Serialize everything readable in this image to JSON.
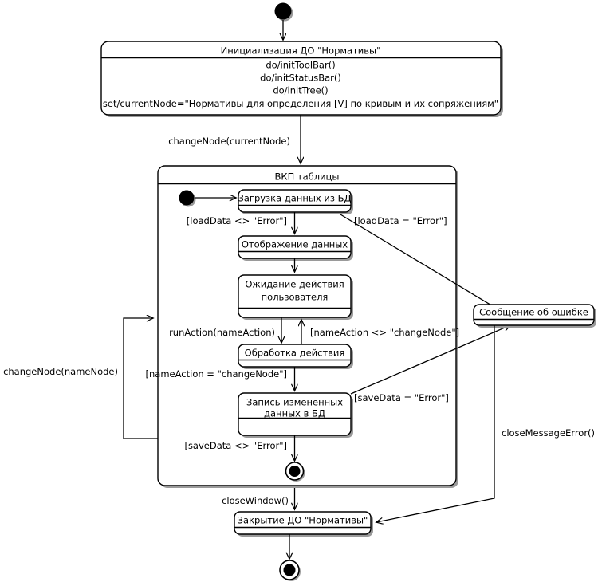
{
  "diagram": {
    "type": "uml-state-machine",
    "title": "",
    "language": "ru",
    "colors": {
      "stroke": "#000000",
      "fill": "#ffffff",
      "shadow": "#9a9a9a",
      "background": "#ffffff"
    }
  },
  "nodes": {
    "start_top": {
      "kind": "initial-state",
      "label": ""
    },
    "init_state": {
      "kind": "state",
      "name": "Инициализация ДО \"Нормативы\"",
      "actions": [
        "do/initToolBar()",
        "do/initStatusBar()",
        "do/initTree()",
        "set/currentNode=\"Нормативы для определения [V] по кривым и их сопряжениям\""
      ]
    },
    "composite": {
      "kind": "composite-state",
      "name": "ВКП таблицы"
    },
    "inner_start": {
      "kind": "initial-state",
      "label": ""
    },
    "load_data": {
      "kind": "state",
      "name": "Загрузка данных из БД"
    },
    "show_data": {
      "kind": "state",
      "name": "Отображение данных"
    },
    "wait_user": {
      "kind": "state",
      "name": "Ожидание действия пользователя"
    },
    "process_action": {
      "kind": "state",
      "name": "Обработка действия"
    },
    "save_data": {
      "kind": "state",
      "name": "Запись измененных данных в БД"
    },
    "inner_final": {
      "kind": "final-state",
      "label": ""
    },
    "error_message": {
      "kind": "state",
      "name": "Сообщение об ошибке"
    },
    "close_state": {
      "kind": "state",
      "name": "Закрытие ДО \"Нормативы\""
    },
    "final_bottom": {
      "kind": "final-state",
      "label": ""
    }
  },
  "transitions": [
    {
      "id": "t1",
      "from": "start_top",
      "to": "init_state",
      "label": ""
    },
    {
      "id": "t2",
      "from": "init_state",
      "to": "composite",
      "label": "changeNode(currentNode)"
    },
    {
      "id": "t3",
      "from": "inner_start",
      "to": "load_data",
      "label": ""
    },
    {
      "id": "t4",
      "from": "load_data",
      "to": "show_data",
      "label": "[loadData <> \"Error\"]"
    },
    {
      "id": "t5",
      "from": "load_data",
      "to": "error_message",
      "label": "[loadData = \"Error\"]"
    },
    {
      "id": "t6",
      "from": "show_data",
      "to": "wait_user",
      "label": ""
    },
    {
      "id": "t7",
      "from": "wait_user",
      "to": "process_action",
      "label": "runAction(nameAction)"
    },
    {
      "id": "t8",
      "from": "process_action",
      "to": "wait_user",
      "label": "[nameAction <> \"changeNode\"]"
    },
    {
      "id": "t9",
      "from": "process_action",
      "to": "save_data",
      "label": "[nameAction = \"changeNode\"]"
    },
    {
      "id": "t10",
      "from": "save_data",
      "to": "error_message",
      "label": "[saveData = \"Error\"]"
    },
    {
      "id": "t11",
      "from": "save_data",
      "to": "inner_final",
      "label": "[saveData <> \"Error\"]"
    },
    {
      "id": "t12",
      "from": "composite",
      "to": "composite",
      "label": "changeNode(nameNode)"
    },
    {
      "id": "t13",
      "from": "composite",
      "to": "close_state",
      "label": "closeWindow()"
    },
    {
      "id": "t14",
      "from": "error_message",
      "to": "close_state",
      "label": "closeMessageError()"
    },
    {
      "id": "t15",
      "from": "close_state",
      "to": "final_bottom",
      "label": ""
    }
  ],
  "labels": {
    "init_title": "Инициализация ДО \"Нормативы\"",
    "init_action_1": "do/initToolBar()",
    "init_action_2": "do/initStatusBar()",
    "init_action_3": "do/initTree()",
    "init_action_4": "set/currentNode=\"Нормативы для определения [V] по кривым и их сопряжениям\"",
    "composite_title": "ВКП таблицы",
    "load_data": "Загрузка данных из БД",
    "show_data": "Отображение данных",
    "wait_user_line1": "Ожидание действия",
    "wait_user_line2": "пользователя",
    "process_action": "Обработка действия",
    "save_data_line1": "Запись измененных",
    "save_data_line2": "данных в БД",
    "error_message": "Сообщение об ошибке",
    "close_state": "Закрытие ДО \"Нормативы\"",
    "g_change_current": "changeNode(currentNode)",
    "g_load_ok": "[loadData <> \"Error\"]",
    "g_load_err": "[loadData = \"Error\"]",
    "g_run_action": "runAction(nameAction)",
    "g_name_ne": "[nameAction <> \"changeNode\"]",
    "g_name_eq": "[nameAction = \"changeNode\"]",
    "g_save_err": "[saveData = \"Error\"]",
    "g_save_ok": "[saveData <> \"Error\"]",
    "g_change_node": "changeNode(nameNode)",
    "g_close_window": "closeWindow()",
    "g_close_msg": "closeMessageError()"
  }
}
